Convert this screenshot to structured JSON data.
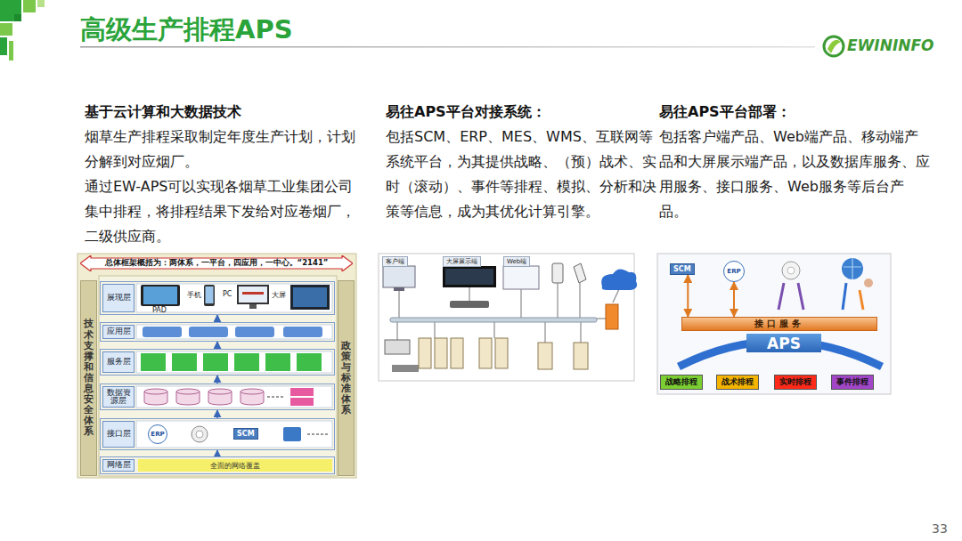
{
  "diagram": {
    "title": "高级生产排程APS",
    "nodes": [
      {
        "text": [
          "总体框架概括为：两体系，一平台，四应用，一中心。“2141”"
        ]
      },
      {
        "text": [
          "技术支撑和信息安全体系"
        ]
      },
      {
        "text": [
          "政策与标准体系"
        ]
      },
      {
        "text": [
          "展现层"
        ]
      },
      {
        "text": [
          "应用层"
        ]
      },
      {
        "text": [
          "服务层"
        ]
      },
      {
        "text": [
          "数据资源层"
        ]
      },
      {
        "text": [
          "接口层"
        ]
      },
      {
        "text": [
          "ERP"
        ],
        "in": 7
      },
      {
        "text": [
          "SCM"
        ],
        "in": 7
      },
      {
        "text": [
          "网络层",
          "全面的网络覆盖"
        ]
      },
      {
        "text": [
          "客户端"
        ]
      },
      {
        "text": [
          "大屏展示端"
        ]
      },
      {
        "text": [
          "Web端"
        ]
      },
      {
        "text": [
          "SCM"
        ]
      },
      {
        "text": [
          "ERP"
        ]
      },
      {
        "text": [
          "接口服务"
        ]
      },
      {
        "text": [
          "APS"
        ]
      },
      {
        "text": [
          "战略排程"
        ]
      },
      {
        "text": [
          "战术排程"
        ]
      },
      {
        "text": [
          "实时排程"
        ]
      },
      {
        "text": [
          "事件排程"
        ]
      }
    ],
    "edges": [
      {
        "from": 10,
        "to": 7,
        "arrow": "to"
      },
      {
        "from": 7,
        "to": 6,
        "arrow": "to"
      },
      {
        "from": 6,
        "to": 5,
        "arrow": "to"
      },
      {
        "from": 5,
        "to": 4,
        "arrow": "to"
      },
      {
        "from": 4,
        "to": 3,
        "arrow": "to"
      },
      {
        "from": 14,
        "to": 16,
        "arrow": "both"
      },
      {
        "from": 15,
        "to": 16,
        "arrow": "both"
      }
    ],
    "labels": [
      "基于云计算和大数据技术",
      "烟草生产排程采取制定年度生产计划，计划分解到对应烟厂。",
      "通过EW-APS可以实现各烟草工业集团公司集中排程，将排程结果下发给对应卷烟厂，二级供应商。",
      "易往APS平台对接系统：",
      "包括SCM、ERP、MES、WMS、互联网等系统平台，为其提供战略、（预）战术、实时（滚动）、事件等排程、模拟、分析和决策等信息，成为其优化计算引擎。",
      "易往APS平台部署：",
      "包括客户端产品、Web端产品、移动端产品和大屏展示端产品，以及数据库服务、应用服务、接口服务、Web服务等后台产品。",
      "EWININFO",
      "33",
      "PAD",
      "手机",
      "PC",
      "大屏"
    ]
  }
}
